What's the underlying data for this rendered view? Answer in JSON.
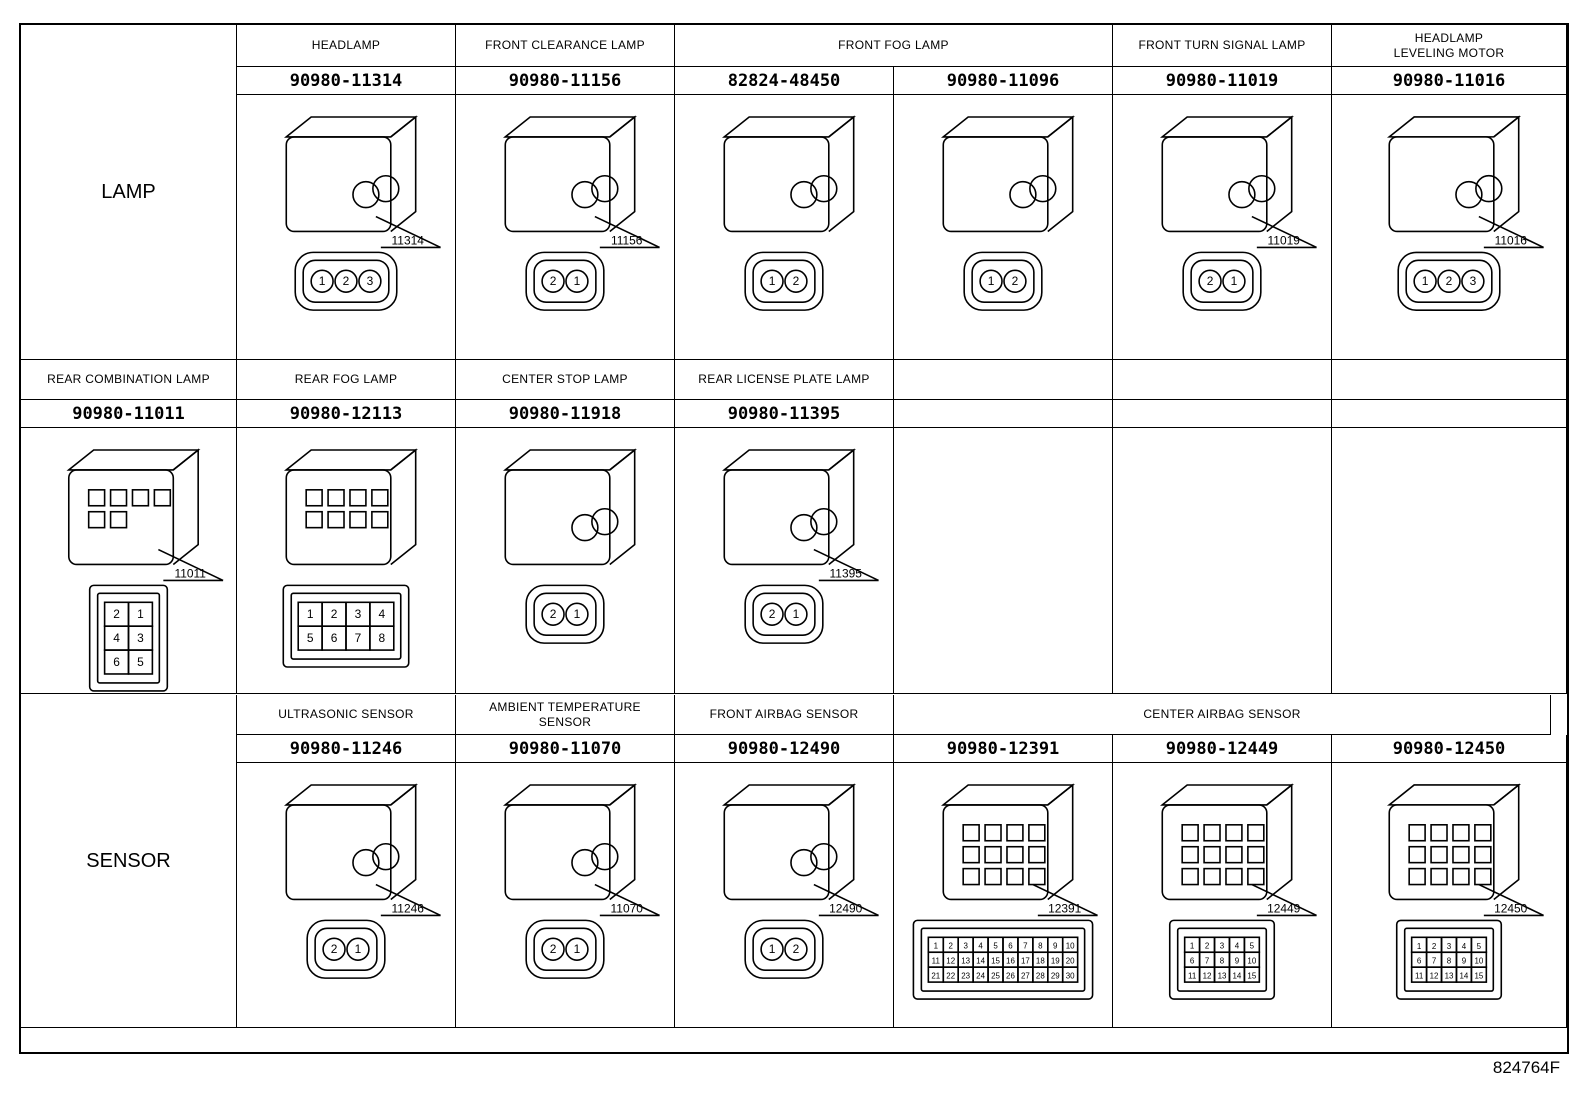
{
  "groups": [
    {
      "category": "LAMP",
      "cells": [
        {
          "label": "HEADLAMP",
          "part": "90980-11314",
          "callout": "11314",
          "pins": [
            "1",
            "2",
            "3"
          ],
          "icon": "connector-3pin-square-icon"
        },
        {
          "label": "FRONT CLEARANCE LAMP",
          "part": "90980-11156",
          "callout": "11156",
          "pins": [
            "2",
            "1"
          ],
          "icon": "connector-2pin-round-icon"
        },
        {
          "label": "FRONT FOG LAMP",
          "part": "82824-48450",
          "callout": "",
          "pins": [
            "1",
            "2"
          ],
          "icon": "connector-2pin-round-icon"
        },
        {
          "label": "",
          "part": "90980-11096",
          "callout": "",
          "pins": [
            "1",
            "2"
          ],
          "icon": "connector-2pin-oval-icon"
        },
        {
          "label": "FRONT TURN SIGNAL LAMP",
          "part": "90980-11019",
          "callout": "11019",
          "pins": [
            "2",
            "1"
          ],
          "icon": "connector-2pin-round-icon"
        },
        {
          "label": "HEADLAMP\nLEVELING MOTOR",
          "part": "90980-11016",
          "callout": "11016",
          "pins": [
            "1",
            "2",
            "3"
          ],
          "icon": "connector-3pin-icon"
        }
      ]
    },
    {
      "category": "",
      "cells": [
        {
          "label": "REAR COMBINATION LAMP",
          "part": "90980-11011",
          "callout": "11011",
          "pins": [
            "2",
            "1",
            "4",
            "3",
            "6",
            "5"
          ],
          "icon": "connector-6pin-icon"
        },
        {
          "label": "REAR FOG LAMP",
          "part": "90980-12113",
          "callout": "",
          "pins": [
            "1",
            "2",
            "3",
            "4",
            "5",
            "6",
            "7",
            "8"
          ],
          "icon": "connector-8pin-icon"
        },
        {
          "label": "CENTER STOP LAMP",
          "part": "90980-11918",
          "callout": "",
          "pins": [
            "2",
            "1"
          ],
          "icon": "connector-2pin-square-icon"
        },
        {
          "label": "REAR LICENSE PLATE LAMP",
          "part": "90980-11395",
          "callout": "11395",
          "pins": [
            "2",
            "1"
          ],
          "icon": "connector-2pin-clip-icon"
        },
        {
          "label": "",
          "part": "",
          "callout": "",
          "pins": [],
          "icon": ""
        },
        {
          "label": "",
          "part": "",
          "callout": "",
          "pins": [],
          "icon": ""
        },
        {
          "label": "",
          "part": "",
          "callout": "",
          "pins": [],
          "icon": ""
        }
      ]
    },
    {
      "category": "SENSOR",
      "cells": [
        {
          "label": "ULTRASONIC SENSOR",
          "part": "90980-11246",
          "callout": "11246",
          "pins": [
            "2",
            "1"
          ],
          "icon": "connector-2pin-round-icon"
        },
        {
          "label": "AMBIENT TEMPERATURE\nSENSOR",
          "part": "90980-11070",
          "callout": "11070",
          "pins": [
            "2",
            "1"
          ],
          "icon": "connector-2pin-round-icon"
        },
        {
          "label": "FRONT AIRBAG SENSOR",
          "part": "90980-12490",
          "callout": "12490",
          "pins": [
            "1",
            "2"
          ],
          "icon": "connector-2pin-square-icon"
        },
        {
          "label": "CENTER AIRBAG SENSOR",
          "part": "90980-12391",
          "callout": "12391",
          "pins": [
            "1",
            "2",
            "3",
            "4",
            "5",
            "6",
            "7",
            "8",
            "9",
            "10",
            "11",
            "12",
            "13",
            "14",
            "15",
            "16",
            "17",
            "18",
            "19",
            "20",
            "21",
            "22",
            "23",
            "24",
            "25",
            "26",
            "27",
            "28",
            "29",
            "30"
          ],
          "icon": "connector-30pin-icon"
        },
        {
          "label": "",
          "part": "90980-12449",
          "callout": "12449",
          "pins": [
            "1",
            "2",
            "3",
            "4",
            "5",
            "6",
            "7",
            "8",
            "9",
            "10",
            "11",
            "12",
            "13",
            "14",
            "15"
          ],
          "icon": "connector-15pin-icon"
        },
        {
          "label": "",
          "part": "90980-12450",
          "callout": "12450",
          "pins": [
            "1",
            "2",
            "3",
            "4",
            "5",
            "6",
            "7",
            "8",
            "9",
            "10",
            "11",
            "12",
            "13",
            "14",
            "15"
          ],
          "icon": "connector-15pin-icon"
        }
      ]
    }
  ],
  "figure_id": "824764F"
}
